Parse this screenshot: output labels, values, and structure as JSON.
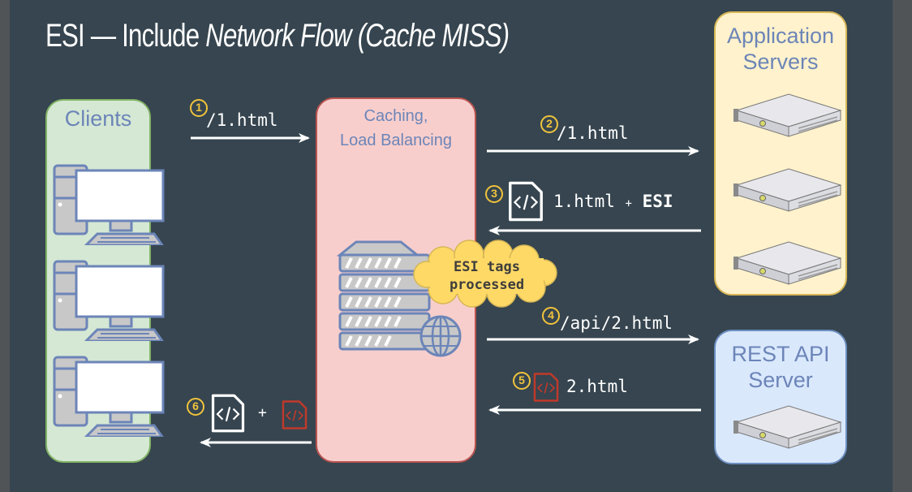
{
  "slide": {
    "title_plain": "ESI — Include",
    "title_italic": "Network Flow (Cache MISS)"
  },
  "nodes": {
    "clients": {
      "label": "Clients",
      "device_count": 3,
      "fill": "#d5e8d4",
      "stroke": "#82b366"
    },
    "cache": {
      "label_line1": "Caching,",
      "label_line2": "Load Balancing",
      "fill": "#f8cecc",
      "stroke": "#b85450",
      "note_line1": "ESI tags",
      "note_line2": "processed",
      "note_fill": "#ffd966"
    },
    "app_servers": {
      "label_line1": "Application",
      "label_line2": "Servers",
      "server_count": 3,
      "fill": "#fff2cc",
      "stroke": "#d6b656"
    },
    "rest_api": {
      "label_line1": "REST API",
      "label_line2": "Server",
      "server_count": 1,
      "fill": "#dae8fc",
      "stroke": "#6c8ebf"
    }
  },
  "flows": [
    {
      "step": "1",
      "label": "/1.html",
      "from": "Clients",
      "to": "Caching, Load Balancing",
      "direction": "right"
    },
    {
      "step": "2",
      "label": "/1.html",
      "from": "Caching, Load Balancing",
      "to": "Application Servers",
      "direction": "right"
    },
    {
      "step": "3",
      "label": "1.html",
      "joiner": "+",
      "suffix": "ESI",
      "icon": "html-file-icon",
      "from": "Application Servers",
      "to": "Caching, Load Balancing",
      "direction": "left"
    },
    {
      "step": "4",
      "label": "/api/2.html",
      "from": "Caching, Load Balancing",
      "to": "REST API Server",
      "direction": "right"
    },
    {
      "step": "5",
      "label": "2.html",
      "icon": "html-file-red-icon",
      "from": "REST API Server",
      "to": "Caching, Load Balancing",
      "direction": "left"
    },
    {
      "step": "6",
      "joiner": "+",
      "icon": "html-file-icon",
      "icon2": "html-file-red-icon",
      "from": "Caching, Load Balancing",
      "to": "Clients",
      "direction": "left"
    }
  ],
  "colors": {
    "background": "#36454f",
    "step_badge": "#f0c33c",
    "arrow": "#ffffff",
    "label_text": "#6c85b8",
    "red_file": "#c0392b"
  }
}
